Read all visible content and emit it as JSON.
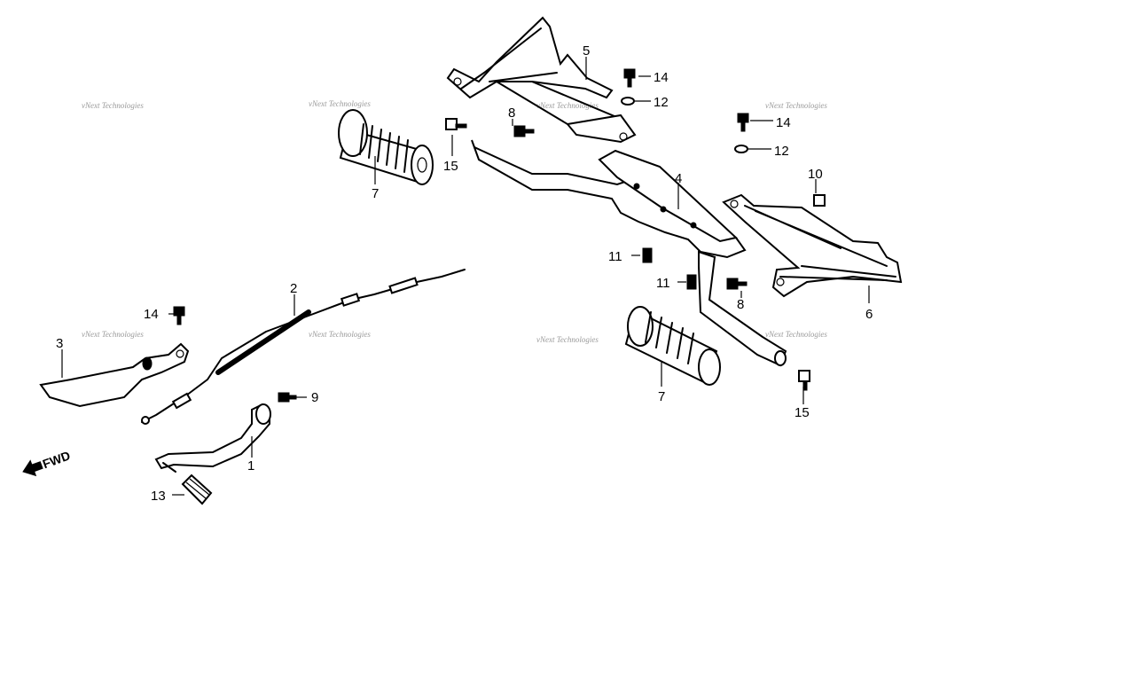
{
  "watermark": "vNext Technologies",
  "fwd_label": "FWD",
  "callouts": {
    "c1": "1",
    "c2": "2",
    "c3": "3",
    "c4": "4",
    "c5": "5",
    "c6": "6",
    "c7a": "7",
    "c7b": "7",
    "c8a": "8",
    "c8b": "8",
    "c9": "9",
    "c10": "10",
    "c11a": "11",
    "c11b": "11",
    "c12a": "12",
    "c12b": "12",
    "c13": "13",
    "c14a": "14",
    "c14b": "14",
    "c14c": "14",
    "c15a": "15",
    "c15b": "15"
  }
}
